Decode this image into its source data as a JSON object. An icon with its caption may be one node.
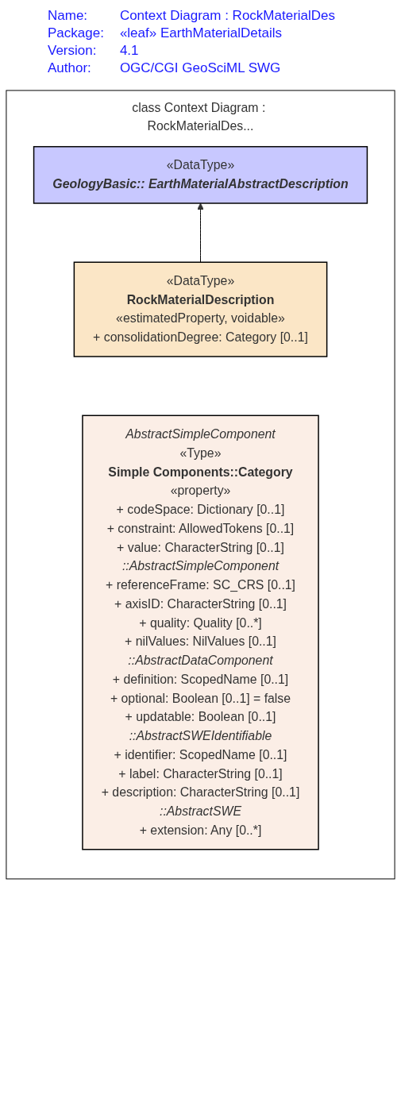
{
  "diagram": {
    "nodes": [
      {
        "text": [
          "class Context Diagram : RockMaterialDes..."
        ]
      },
      {
        "text": [
          "«DataType»",
          "GeologyBasic:: EarthMaterialAbstractDescription"
        ],
        "in": 0
      },
      {
        "text": [
          "«DataType»",
          "RockMaterialDescription",
          "«estimatedProperty, voidable»",
          "+ consolidationDegree: Category [0..1]"
        ],
        "in": 0
      },
      {
        "text": [
          "AbstractSimpleComponent",
          "«Type»",
          "Simple Components::Category",
          "«property»",
          "+ codeSpace: Dictionary [0..1]",
          "+ constraint: AllowedTokens [0..1]",
          "+ value: CharacterString [0..1]",
          "::AbstractSimpleComponent",
          "+ referenceFrame: SC_CRS [0..1]",
          "+ axisID: CharacterString [0..1]",
          "+ quality: Quality [0..*]",
          "+ nilValues: NilValues [0..1]",
          "::AbstractDataComponent",
          "+ definition: ScopedName [0..1]",
          "+ optional: Boolean [0..1] = false",
          "+ updatable: Boolean [0..1]",
          "::AbstractSWEIdentifiable",
          "+ identifier: ScopedName [0..1]",
          "+ label: CharacterString [0..1]",
          "+ description: CharacterString [0..1]",
          "::AbstractSWE",
          "+ extension: Any [0..*]"
        ],
        "in": 0
      }
    ],
    "edges": [
      {
        "from": 2,
        "to": 1,
        "arrow": "to"
      }
    ],
    "labels": [
      "Name:",
      "Context Diagram : RockMaterialDes",
      "Package:",
      "«leaf» EarthMaterialDetails",
      "Version:",
      "4.1",
      "Author:",
      "OGC/CGI GeoSciML SWG"
    ]
  }
}
